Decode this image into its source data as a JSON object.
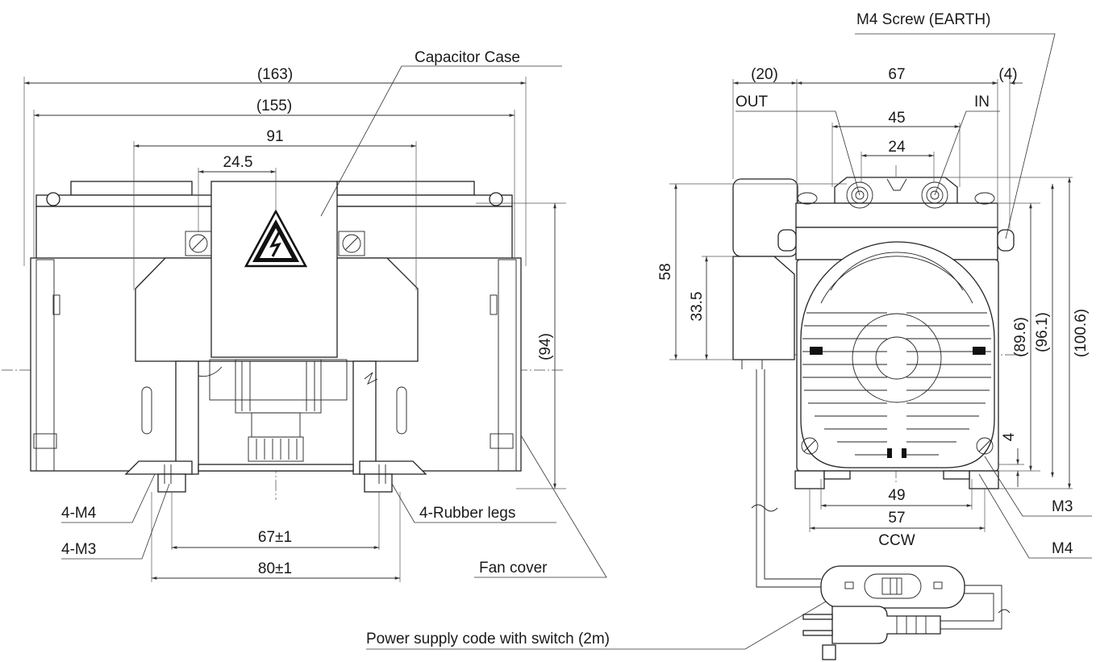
{
  "front_view": {
    "labels": {
      "capacitor_case": "Capacitor Case",
      "m4_mount": "4-M4",
      "m3_mount": "4-M3",
      "rubber_legs": "4-Rubber legs",
      "fan_cover": "Fan cover"
    },
    "dimensions": {
      "overall_width": "(163)",
      "body_width": "(155)",
      "span_91": "91",
      "offset_24_5": "24.5",
      "height_94": "(94)",
      "pitch_67": "67±1",
      "pitch_80": "80±1"
    }
  },
  "side_view": {
    "labels": {
      "earth_screw": "M4 Screw (EARTH)",
      "port_out": "OUT",
      "port_in": "IN",
      "rotation": "CCW",
      "m3": "M3",
      "m4": "M4"
    },
    "dimensions": {
      "d_20": "(20)",
      "d_67": "67",
      "d_4_top": "(4)",
      "d_45": "45",
      "d_24": "24",
      "d_58": "58",
      "d_33_5": "33.5",
      "d_89_6": "(89.6)",
      "d_96_1": "(96.1)",
      "d_100_6": "(100.6)",
      "d_4_side": "4",
      "d_49": "49",
      "d_57": "57"
    }
  },
  "power_cord": {
    "label": "Power supply code with switch (2m)"
  },
  "colors": {
    "line": "#222222",
    "background": "#ffffff"
  }
}
